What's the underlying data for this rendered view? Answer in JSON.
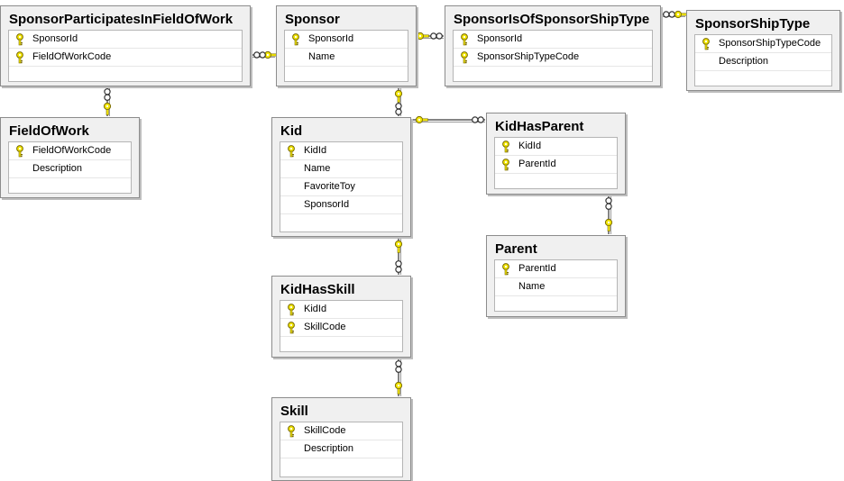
{
  "tables": {
    "sponsor_participates_in_field_of_work": {
      "title": "SponsorParticipatesInFieldOfWork",
      "columns": [
        {
          "name": "SponsorId",
          "key": true
        },
        {
          "name": "FieldOfWorkCode",
          "key": true
        }
      ]
    },
    "sponsor": {
      "title": "Sponsor",
      "columns": [
        {
          "name": "SponsorId",
          "key": true
        },
        {
          "name": "Name",
          "key": false
        }
      ]
    },
    "sponsor_is_of_sponsorship_type": {
      "title": "SponsorIsOfSponsorShipType",
      "columns": [
        {
          "name": "SponsorId",
          "key": true
        },
        {
          "name": "SponsorShipTypeCode",
          "key": true
        }
      ]
    },
    "sponsorship_type": {
      "title": "SponsorShipType",
      "columns": [
        {
          "name": "SponsorShipTypeCode",
          "key": true
        },
        {
          "name": "Description",
          "key": false
        }
      ]
    },
    "field_of_work": {
      "title": "FieldOfWork",
      "columns": [
        {
          "name": "FieldOfWorkCode",
          "key": true
        },
        {
          "name": "Description",
          "key": false
        }
      ]
    },
    "kid": {
      "title": "Kid",
      "columns": [
        {
          "name": "KidId",
          "key": true
        },
        {
          "name": "Name",
          "key": false
        },
        {
          "name": "FavoriteToy",
          "key": false
        },
        {
          "name": "SponsorId",
          "key": false
        }
      ]
    },
    "kid_has_parent": {
      "title": "KidHasParent",
      "columns": [
        {
          "name": "KidId",
          "key": true
        },
        {
          "name": "ParentId",
          "key": true
        }
      ]
    },
    "parent": {
      "title": "Parent",
      "columns": [
        {
          "name": "ParentId",
          "key": true
        },
        {
          "name": "Name",
          "key": false
        }
      ]
    },
    "kid_has_skill": {
      "title": "KidHasSkill",
      "columns": [
        {
          "name": "KidId",
          "key": true
        },
        {
          "name": "SkillCode",
          "key": true
        }
      ]
    },
    "skill": {
      "title": "Skill",
      "columns": [
        {
          "name": "SkillCode",
          "key": true
        },
        {
          "name": "Description",
          "key": false
        }
      ]
    }
  },
  "icons": {
    "key": "key-icon",
    "one_end": "key-icon",
    "many_end": "infinity-icon"
  },
  "colors": {
    "key_fill": "#f2e600",
    "key_stroke": "#7a6b00",
    "connector": "#5a5a5a"
  }
}
